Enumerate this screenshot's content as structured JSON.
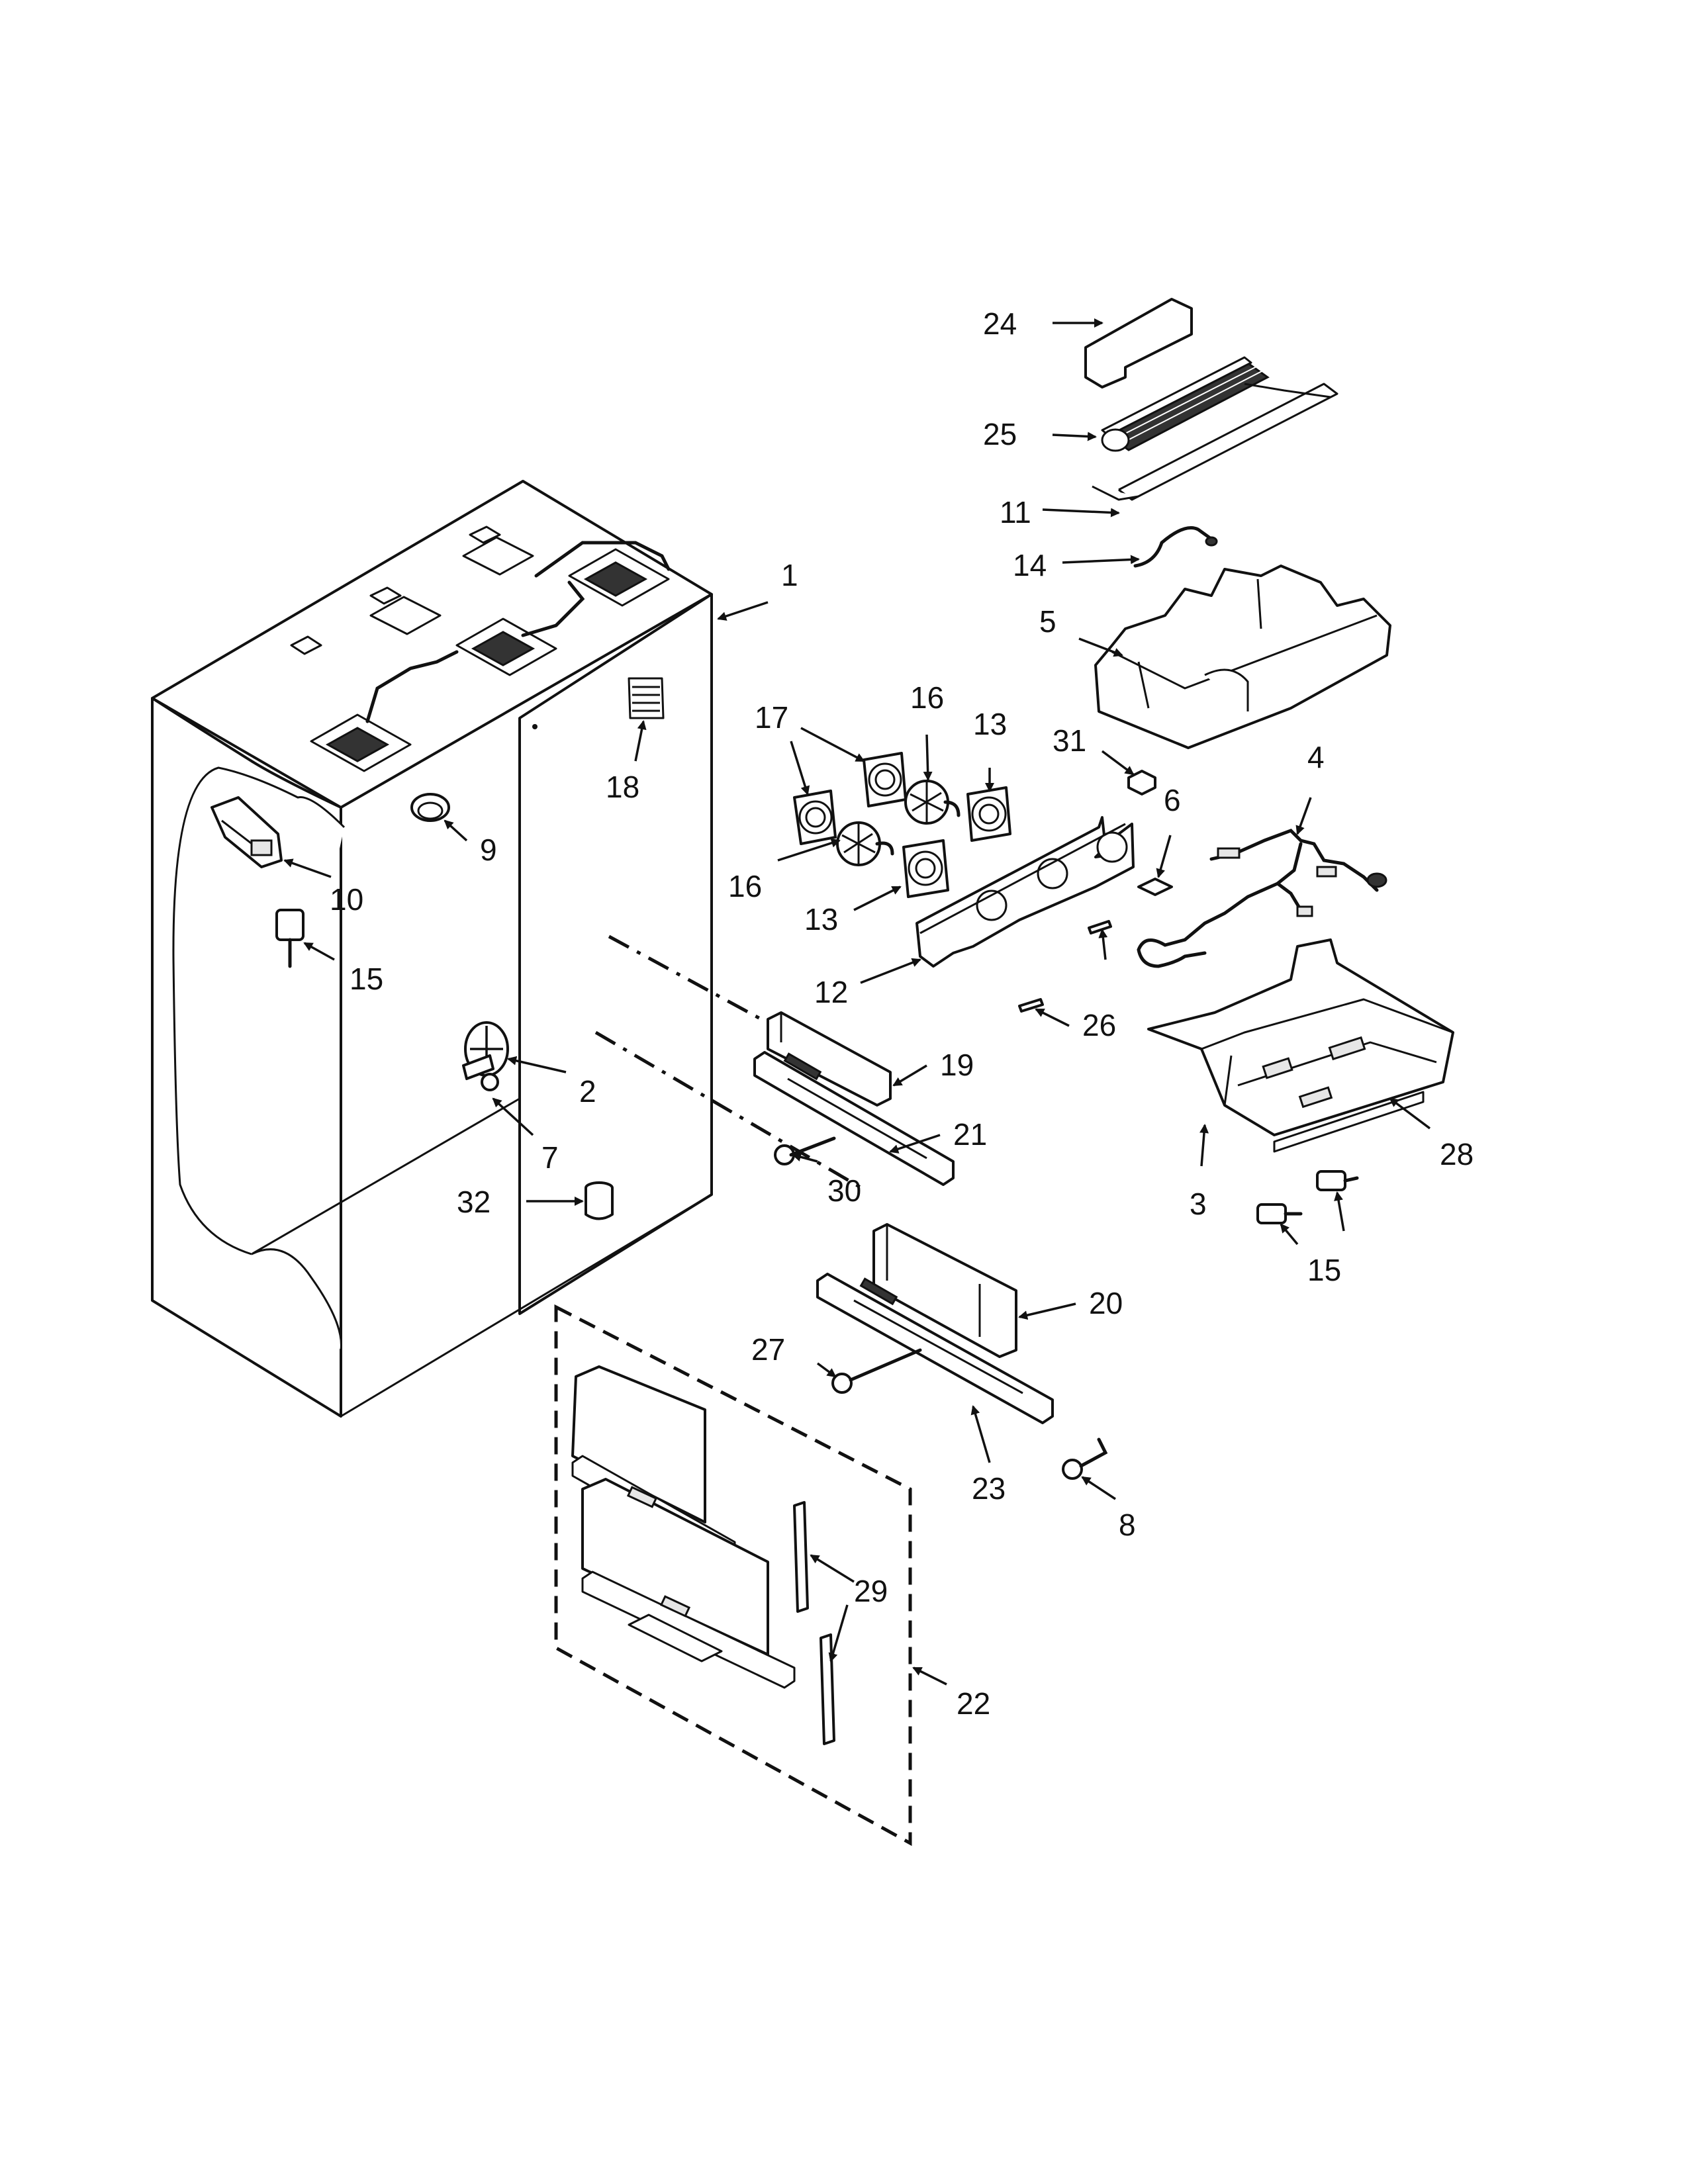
{
  "diagram": {
    "callouts": {
      "c1": "1",
      "c2": "2",
      "c3": "3",
      "c4": "4",
      "c5": "5",
      "c6": "6",
      "c7": "7",
      "c8": "8",
      "c9": "9",
      "c10": "10",
      "c11": "11",
      "c12": "12",
      "c13a": "13",
      "c13b": "13",
      "c14": "14",
      "c15a": "15",
      "c15b": "15",
      "c16a": "16",
      "c16b": "16",
      "c17": "17",
      "c18": "18",
      "c19": "19",
      "c20": "20",
      "c21": "21",
      "c22": "22",
      "c23": "23",
      "c24": "24",
      "c25": "25",
      "c26": "26",
      "c27": "27",
      "c28": "28",
      "c29": "29",
      "c30": "30",
      "c31": "31",
      "c32": "32"
    }
  }
}
